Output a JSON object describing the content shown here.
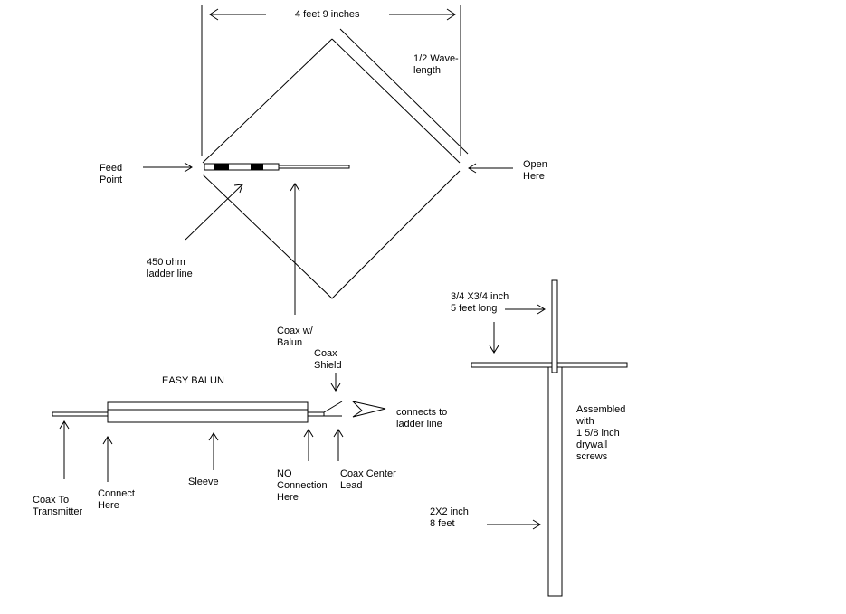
{
  "labels": {
    "dimension_width": "4 feet 9 inches",
    "half_wave_1": "1/2 Wave-",
    "half_wave_2": "length",
    "feed_point_1": "Feed",
    "feed_point_2": "Point",
    "open_here_1": "Open",
    "open_here_2": "Here",
    "ladder_line_1": "450 ohm",
    "ladder_line_2": "ladder line",
    "coax_balun_1": "Coax w/",
    "coax_balun_2": "Balun",
    "easy_balun": "EASY BALUN",
    "coax_shield_1": "Coax",
    "coax_shield_2": "Shield",
    "connects_1": "connects to",
    "connects_2": "ladder line",
    "coax_to_tx_1": "Coax To",
    "coax_to_tx_2": "Transmitter",
    "connect_here_1": "Connect",
    "connect_here_2": "Here",
    "sleeve": "Sleeve",
    "no_connection_1": "NO",
    "no_connection_2": "Connection",
    "no_connection_3": "Here",
    "center_lead_1": "Coax Center",
    "center_lead_2": "Lead",
    "crossbar_1": "3/4 X3/4 inch",
    "crossbar_2": "5 feet long",
    "assembled_1": "Assembled",
    "assembled_2": "with",
    "assembled_3": "1 5/8 inch",
    "assembled_4": "drywall",
    "assembled_5": "screws",
    "mast_1": "2X2 inch",
    "mast_2": "8 feet"
  }
}
